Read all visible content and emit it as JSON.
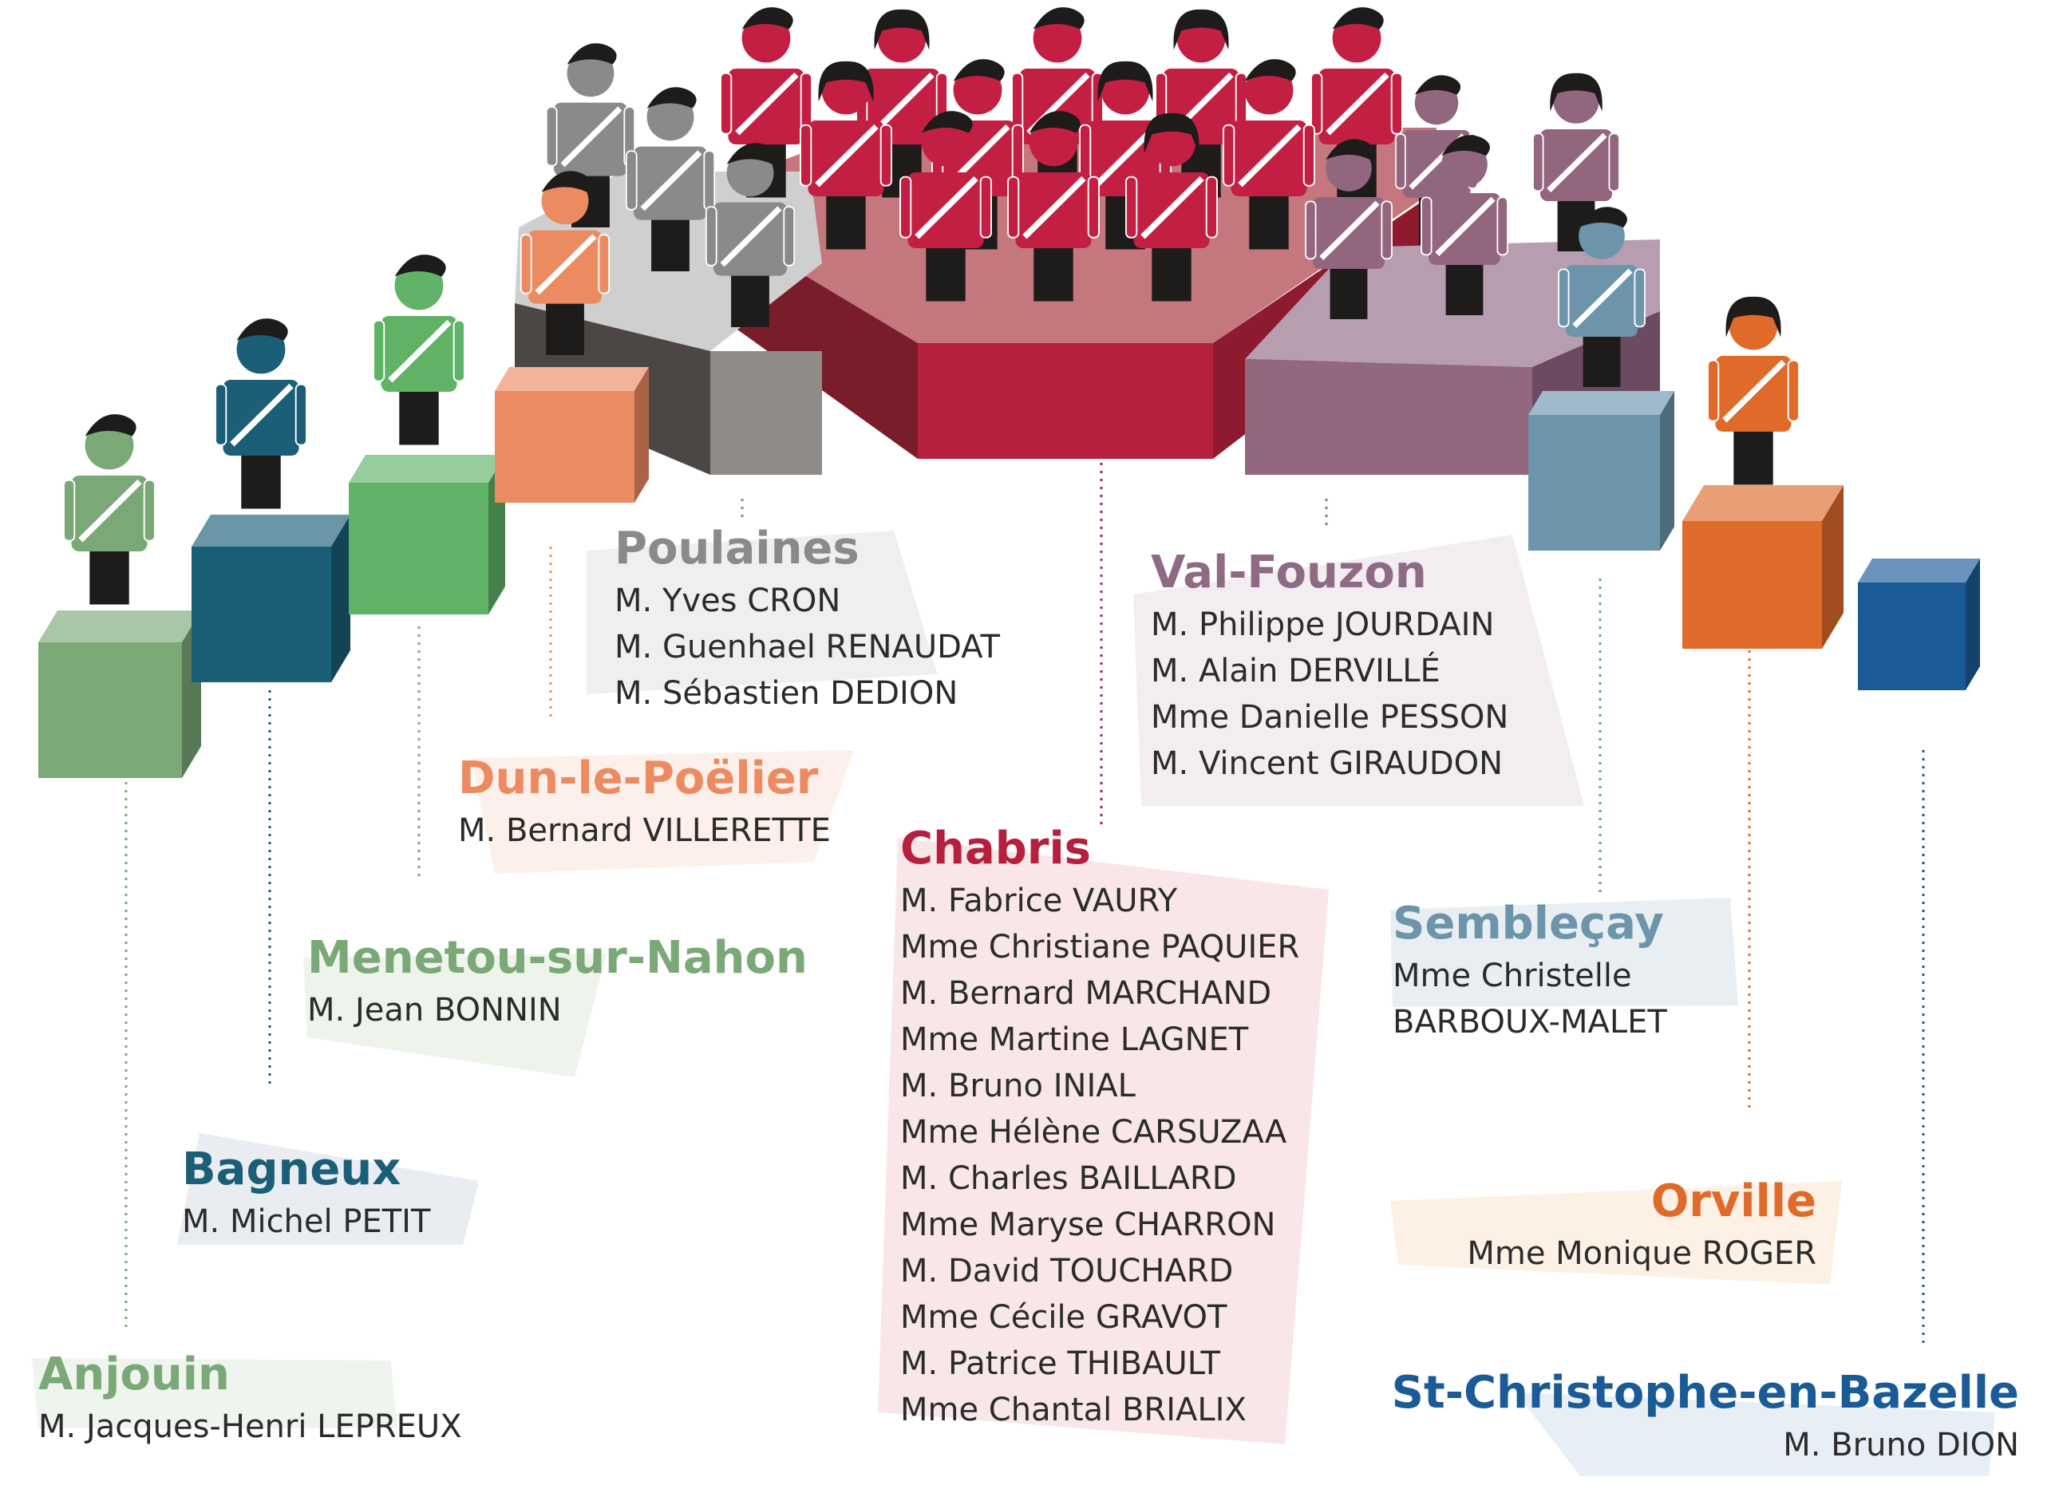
{
  "communes": [
    {
      "key": "anjouin",
      "name": "Anjouin",
      "color": "#7aa876",
      "members": [
        "M. Jacques-Henri LEPREUX"
      ]
    },
    {
      "key": "bagneux",
      "name": "Bagneux",
      "color": "#1a5e77",
      "members": [
        "M. Michel PETIT"
      ]
    },
    {
      "key": "menetou",
      "name": "Menetou-sur-Nahon",
      "color": "#7aa876",
      "members": [
        "M. Jean BONNIN"
      ]
    },
    {
      "key": "dun",
      "name": "Dun-le-Poëlier",
      "color": "#ec8a62",
      "members": [
        "M. Bernard VILLERETTE"
      ]
    },
    {
      "key": "poulaines",
      "name": "Poulaines",
      "color": "#8a8a8a",
      "members": [
        "M. Yves CRON",
        "M. Guenhael RENAUDAT",
        "M. Sébastien DEDION"
      ]
    },
    {
      "key": "chabris",
      "name": "Chabris",
      "color": "#b5203e",
      "members": [
        "M. Fabrice VAURY",
        "Mme Christiane PAQUIER",
        "M. Bernard MARCHAND",
        "Mme Martine LAGNET",
        "M. Bruno INIAL",
        "Mme Hélène CARSUZAA",
        "M. Charles BAILLARD",
        "Mme Maryse CHARRON",
        "M. David TOUCHARD",
        "Mme Cécile GRAVOT",
        "M. Patrice THIBAULT",
        "Mme Chantal BRIALIX"
      ]
    },
    {
      "key": "valfouzon",
      "name": "Val-Fouzon",
      "color": "#8f6a84",
      "members": [
        "M. Philippe JOURDAIN",
        "M. Alain DERVILLÉ",
        "Mme Danielle PESSON",
        "M. Vincent GIRAUDON"
      ]
    },
    {
      "key": "semblecay",
      "name": "Sembleçay",
      "color": "#6c95ab",
      "members": [
        "Mme Christelle",
        "BARBOUX-MALET"
      ]
    },
    {
      "key": "orville",
      "name": "Orville",
      "color": "#df6a2a",
      "members": [
        "Mme Monique ROGER"
      ]
    },
    {
      "key": "stchristophe",
      "name": "St-Christophe-en-Bazelle",
      "color": "#1a5b97",
      "members": [
        "M. Bruno DION"
      ]
    }
  ]
}
